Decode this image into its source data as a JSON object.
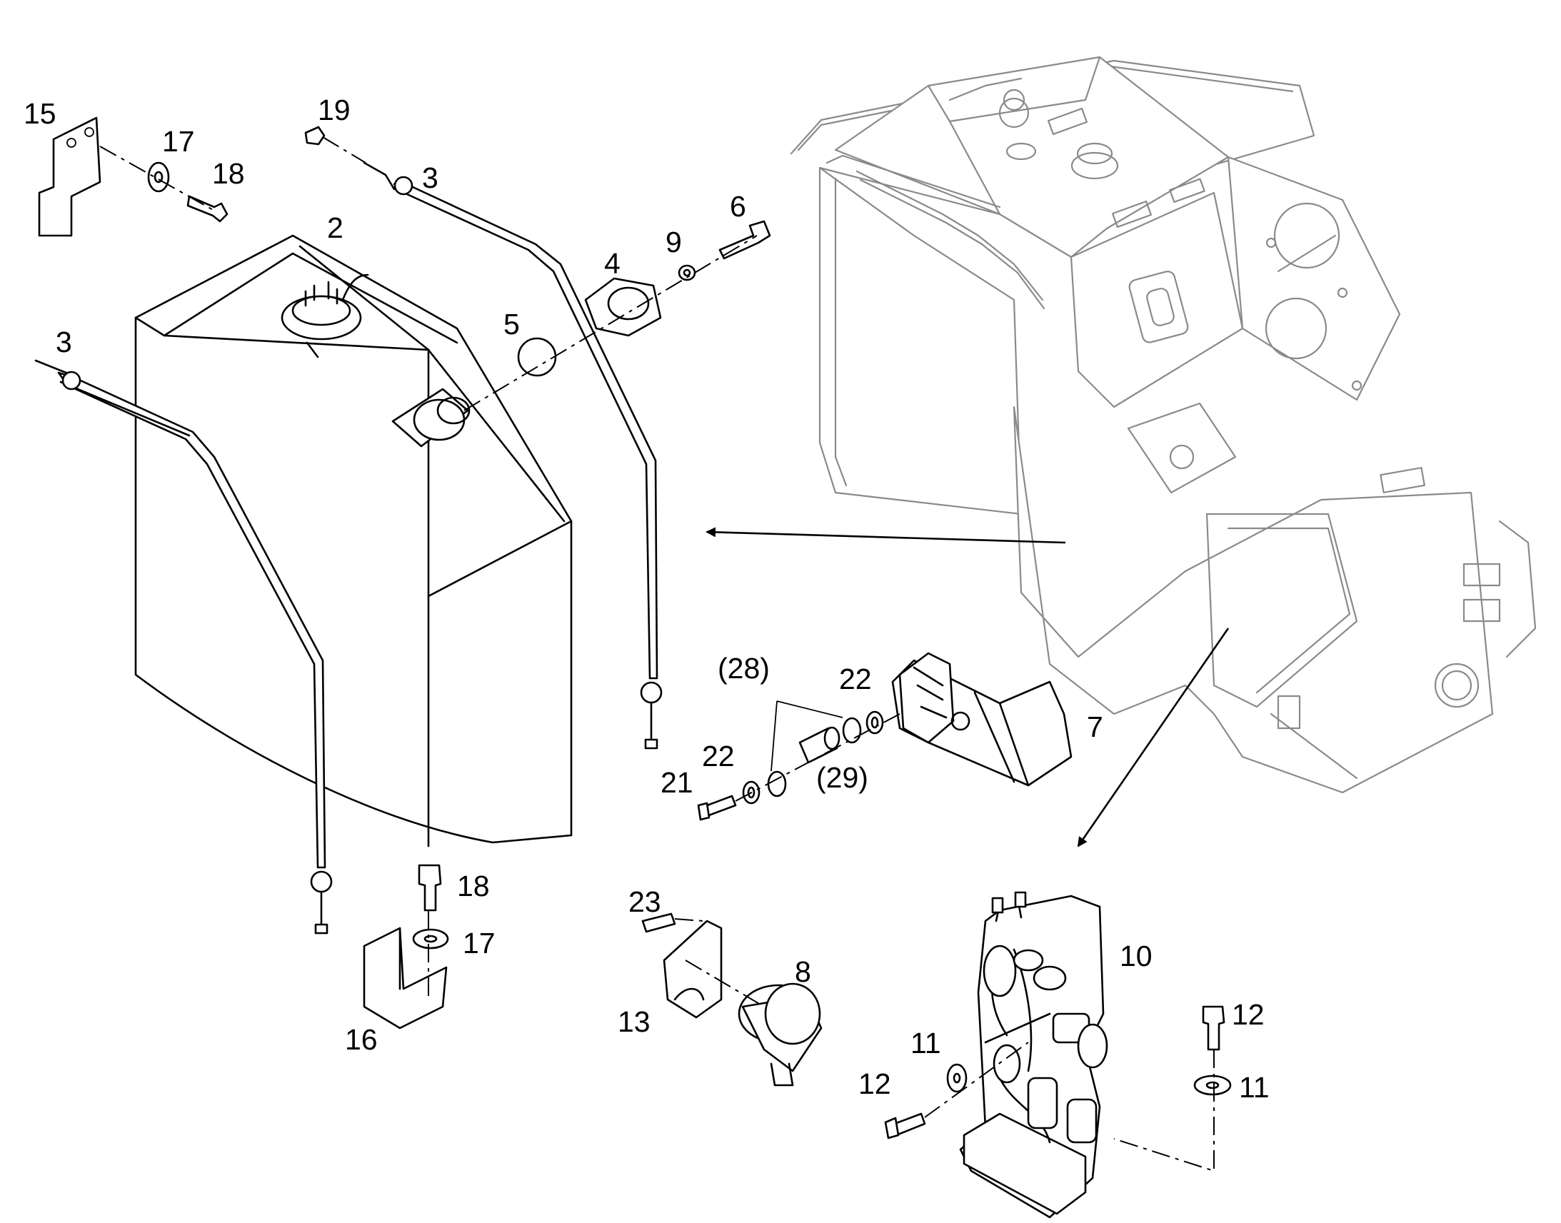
{
  "callouts": {
    "c2": "2",
    "c3a": "3",
    "c3b": "3",
    "c4": "4",
    "c5": "5",
    "c6": "6",
    "c7": "7",
    "c8": "8",
    "c9": "9",
    "c10": "10",
    "c11a": "11",
    "c11b": "11",
    "c12a": "12",
    "c12b": "12",
    "c13": "13",
    "c15": "15",
    "c16": "16",
    "c17a": "17",
    "c17b": "17",
    "c18a": "18",
    "c18b": "18",
    "c19": "19",
    "c21": "21",
    "c22a": "22",
    "c22b": "22",
    "c23": "23",
    "c28": "(28)",
    "c29": "(29)"
  }
}
